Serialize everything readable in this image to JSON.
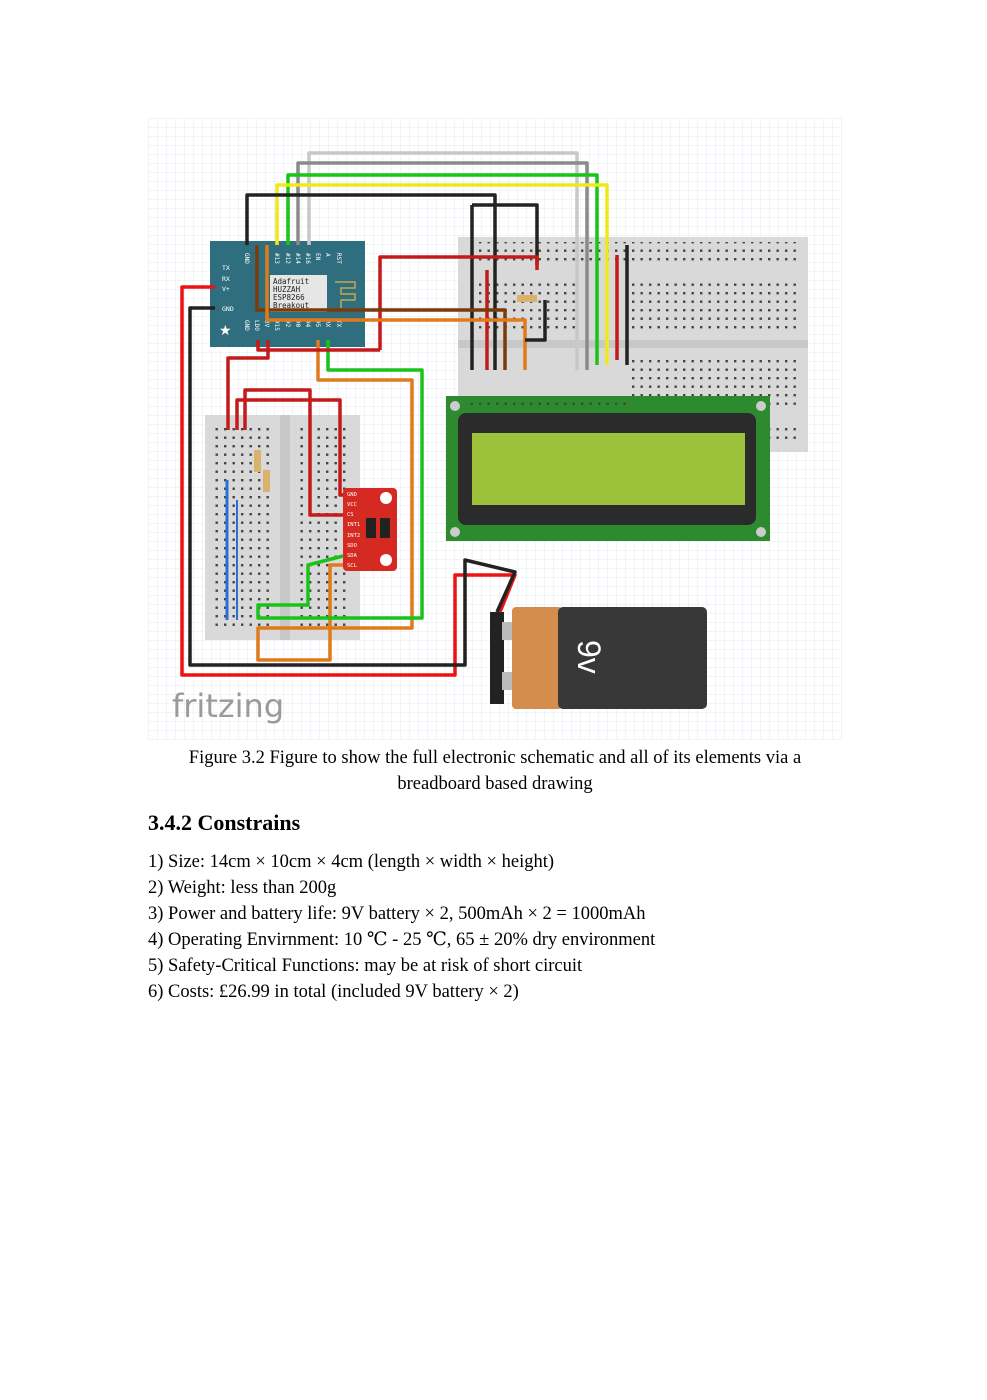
{
  "figure": {
    "watermark": "fritzing",
    "esp_board": {
      "label_lines": [
        "Adafruit",
        "HUZZAH",
        "ESP8266",
        "Breakout"
      ],
      "top_pins": [
        "GND",
        "#13",
        "#12",
        "#14",
        "#16",
        "EN",
        "A",
        "RST"
      ],
      "bottom_pins": [
        "GND",
        "LDO",
        "3V",
        "#15",
        "#2",
        "#0",
        "#4",
        "#5",
        "RX",
        "TX"
      ],
      "side_pins": [
        "TX",
        "RX",
        "V+",
        "GND"
      ]
    },
    "sensor_pins": [
      "GND",
      "VCC",
      "CS",
      "INT1",
      "INT2",
      "SDO",
      "SDA",
      "SCL"
    ],
    "battery_label": "9v",
    "colors": {
      "esp": "#2f6e7e",
      "lcd_pcb": "#2d8a2f",
      "lcd_screen": "#9cc13b",
      "sensor": "#d42a22",
      "battery_orange": "#d58d4d",
      "battery_body": "#383838"
    }
  },
  "caption": {
    "line1": "Figure 3.2 Figure to show the full electronic schematic and all of its elements via a",
    "line2": "breadboard based drawing"
  },
  "section": {
    "heading": "3.4.2 Constrains",
    "items": [
      "1) Size: 14cm × 10cm × 4cm (length × width × height)",
      "2) Weight: less than 200g",
      "3) Power and battery life: 9V battery × 2, 500mAh × 2 = 1000mAh",
      "4) Operating Envirnment: 10 ℃ - 25 ℃, 65 ± 20% dry environment",
      "5) Safety-Critical Functions: may be at risk of short circuit",
      "6) Costs: £26.99 in total (included 9V battery × 2)"
    ]
  }
}
